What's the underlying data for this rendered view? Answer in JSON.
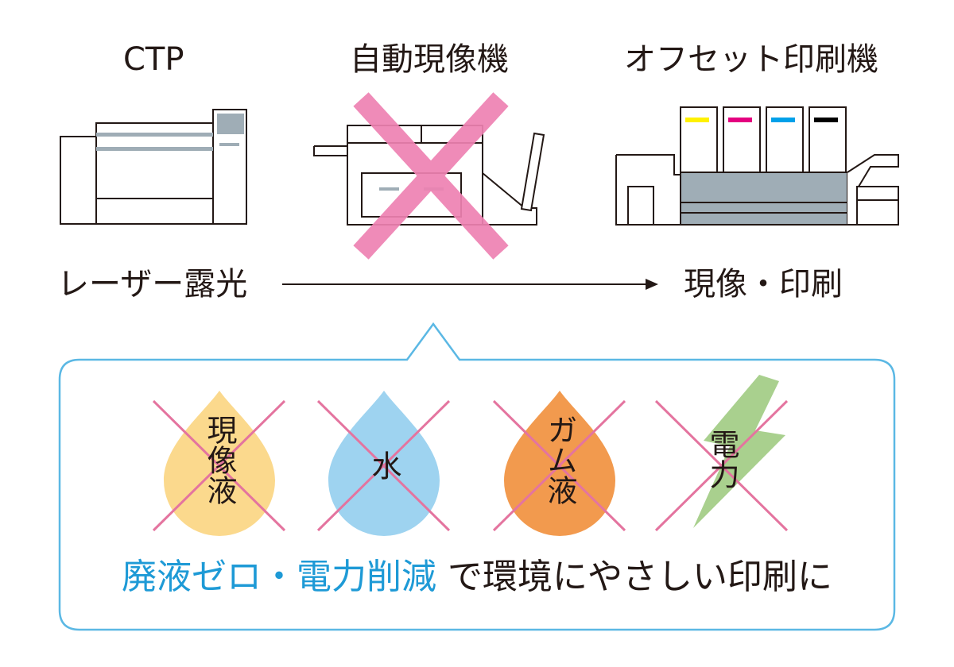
{
  "machines": {
    "ctp": "CTP",
    "processor": "自動現像機",
    "offset_press": "オフセット印刷機"
  },
  "process": {
    "left": "レーザー露光",
    "right": "現像・印刷"
  },
  "drops": [
    {
      "text": "現像液",
      "color": "#fbd98d"
    },
    {
      "text": "水",
      "color": "#9ed3f0"
    },
    {
      "text": "ガム液",
      "color": "#f29a4e"
    },
    {
      "text": "電力",
      "color": "#a9d08e"
    }
  ],
  "tagline": {
    "highlight": "廃液ゼロ・電力削減",
    "rest": " で環境にやさしい印刷に"
  },
  "colors": {
    "cross": "#ee82b2",
    "callout_border": "#5bb8e4",
    "ink_yellow": "#fff100",
    "ink_magenta": "#e4007f",
    "ink_cyan": "#00a0e9",
    "ink_black": "#000000",
    "machine_gray": "#9fadb6"
  }
}
